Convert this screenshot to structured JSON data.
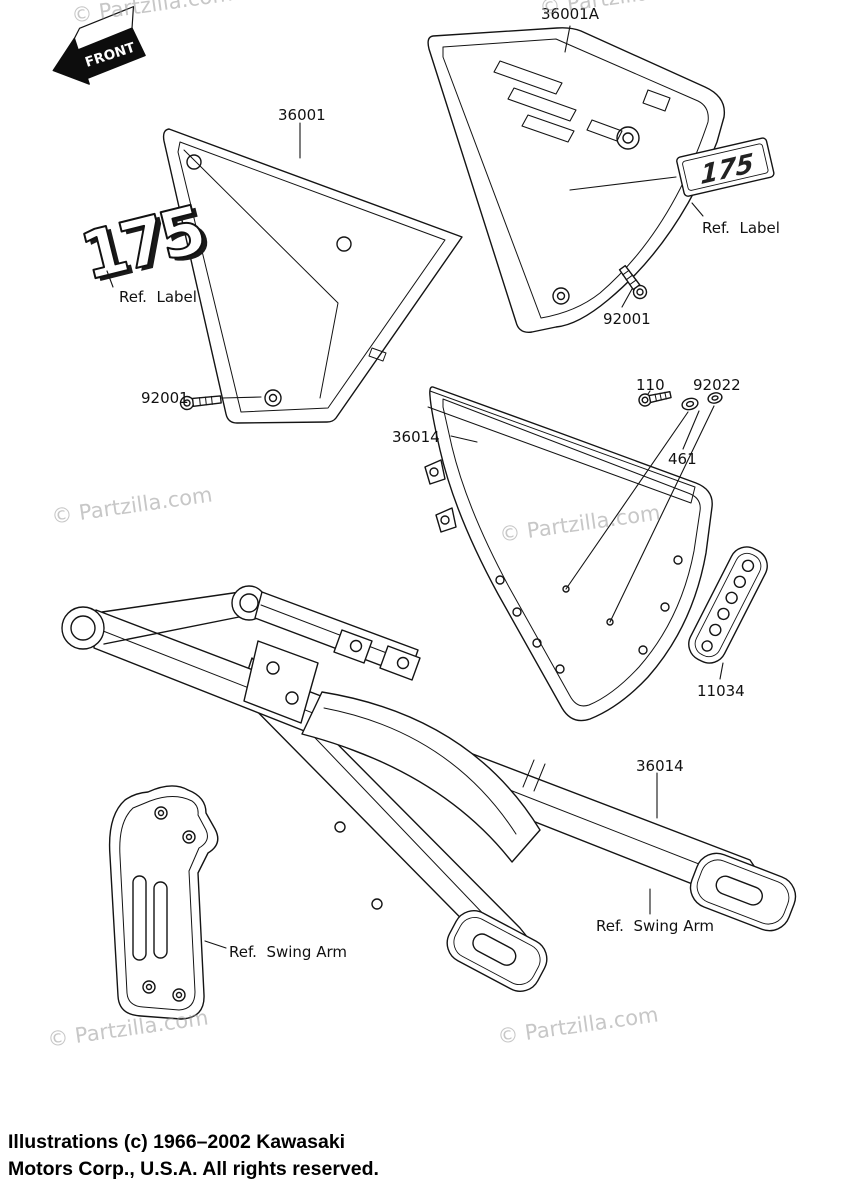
{
  "front_label": "FRONT",
  "watermark": "© Partzilla.com",
  "emblem_text": "175",
  "callouts": {
    "part_36001A": "36001A",
    "part_36001": "36001",
    "ref_label_left": "Ref.  Label",
    "ref_label_right": "Ref.  Label",
    "part_92001_right": "92001",
    "part_92001_left": "92001",
    "part_36014_upper": "36014",
    "part_110": "110",
    "part_92022": "92022",
    "part_461": "461",
    "part_11034": "11034",
    "part_36014_lower": "36014",
    "ref_swing_arm_right": "Ref.  Swing Arm",
    "ref_swing_arm_left": "Ref.  Swing Arm"
  },
  "footer": {
    "line1": "Illustrations (c) 1966–2002 Kawasaki",
    "line2": "Motors Corp., U.S.A.  All rights reserved."
  }
}
